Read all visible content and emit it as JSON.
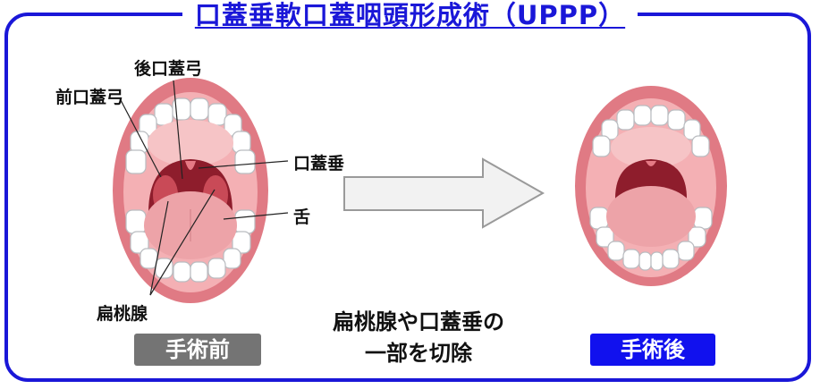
{
  "title": "口蓋垂軟口蓋咽頭形成術（UPPP）",
  "labels": {
    "posterior_arch": "後口蓋弓",
    "anterior_arch": "前口蓋弓",
    "uvula": "口蓋垂",
    "tongue": "舌",
    "tonsil": "扁桃腺"
  },
  "caption": {
    "line1": "扁桃腺や口蓋垂の",
    "line2": "一部を切除"
  },
  "badges": {
    "before": "手術前",
    "after": "手術後"
  },
  "colors": {
    "frame": "#1a17d8",
    "after_badge": "#1111ee",
    "before_badge": "#747474"
  }
}
